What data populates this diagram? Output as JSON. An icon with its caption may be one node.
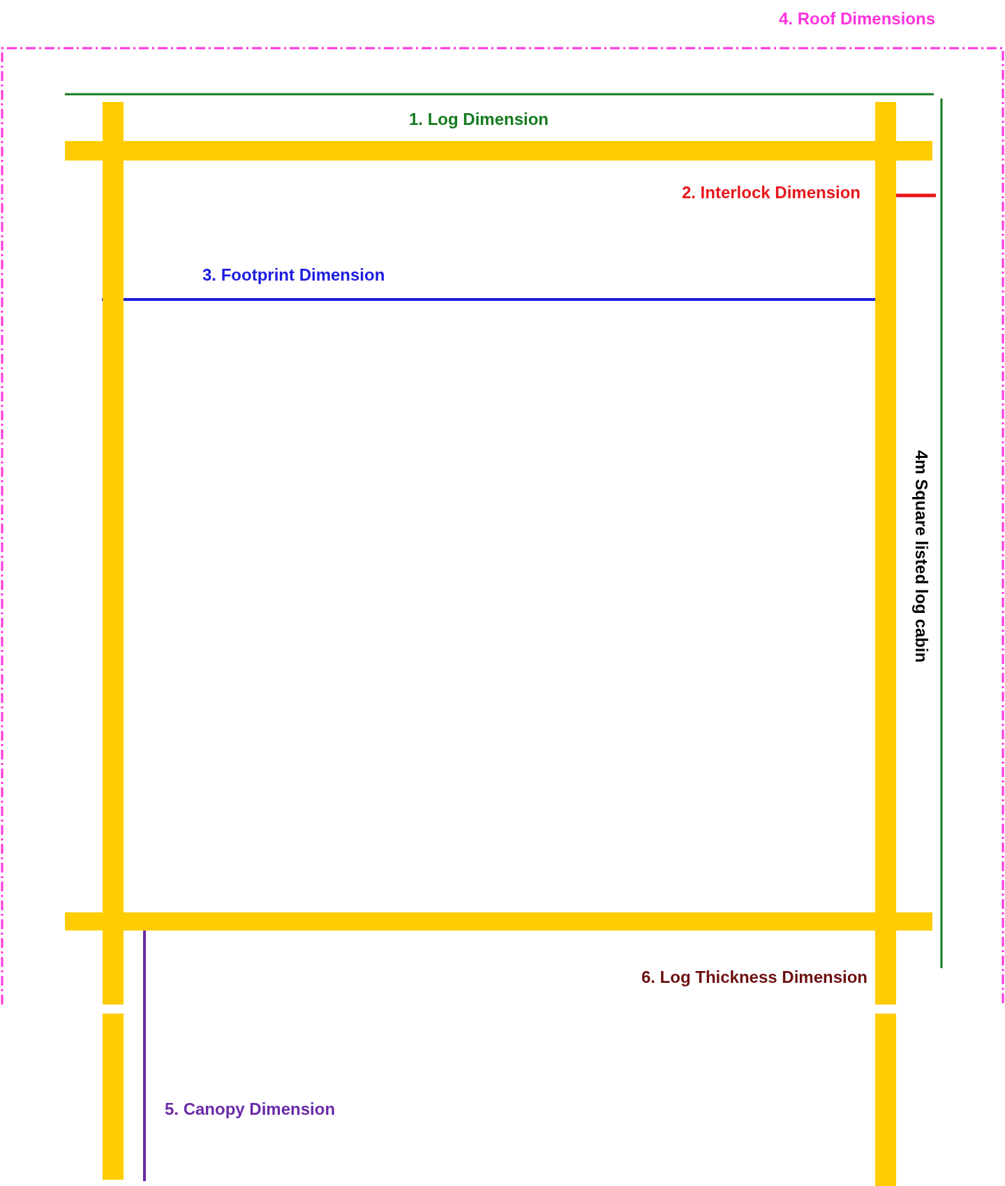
{
  "diagram": {
    "labels": [
      "4. Roof Dimensions",
      "1. Log Dimension",
      "2. Interlock Dimension",
      "3. Footprint Dimension",
      "4m Square listed log cabin",
      "6. Log Thickness Dimension",
      "5. Canopy Dimension"
    ]
  }
}
